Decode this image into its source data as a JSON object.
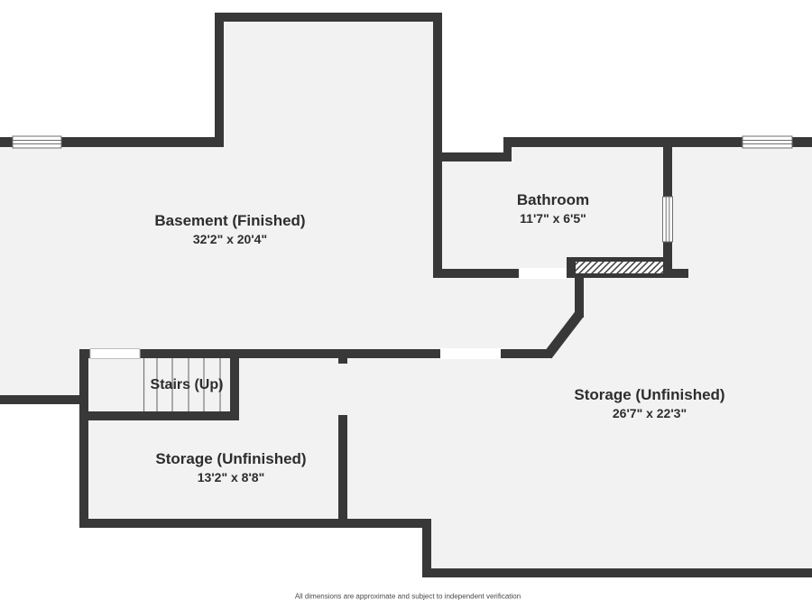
{
  "rooms": [
    {
      "name": "Basement (Finished)",
      "dims": "32'2\" x 20'4\""
    },
    {
      "name": "Bathroom",
      "dims": "11'7\" x 6'5\""
    },
    {
      "name": "Stairs (Up)",
      "dims": ""
    },
    {
      "name": "Storage (Unfinished)",
      "dims": "13'2\" x 8'8\""
    },
    {
      "name": "Storage (Unfinished)",
      "dims": "26'7\" x 22'3\""
    }
  ],
  "footer": "All dimensions are approximate and subject to independent verification",
  "colors": {
    "wall": "#383838",
    "floor": "#f2f2f2",
    "background": "#ffffff",
    "tread": "#7a7a7a",
    "text": "#2d2d2d",
    "footer_text": "#4a4a4a"
  }
}
